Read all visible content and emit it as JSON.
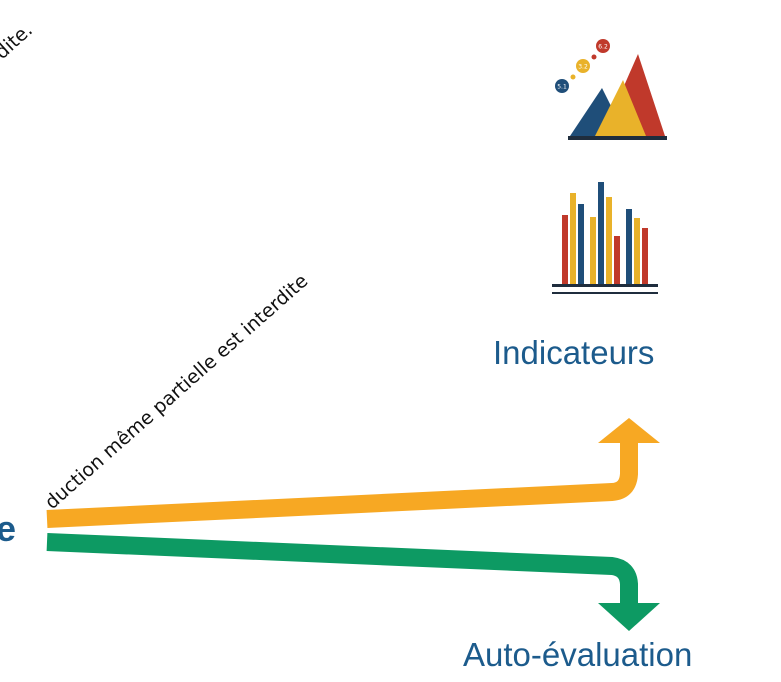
{
  "watermark": {
    "top": "dite.",
    "main": "duction même partielle est interdite"
  },
  "left_label": "e",
  "labels": {
    "indicateurs": "Indicateurs",
    "auto_evaluation": "Auto-évaluation"
  },
  "icons": {
    "mountain_chart": {
      "name": "mountain-chart-icon",
      "badges": [
        "5.1",
        "3.2",
        "6.2"
      ]
    },
    "bar_chart": {
      "name": "bar-chart-icon"
    }
  },
  "colors": {
    "orange_arrow": "#f7a823",
    "green_arrow": "#0d9a63",
    "label": "#1c5b8c",
    "navy": "#1f4e79",
    "gold": "#e9b22a",
    "red": "#c0392b"
  }
}
